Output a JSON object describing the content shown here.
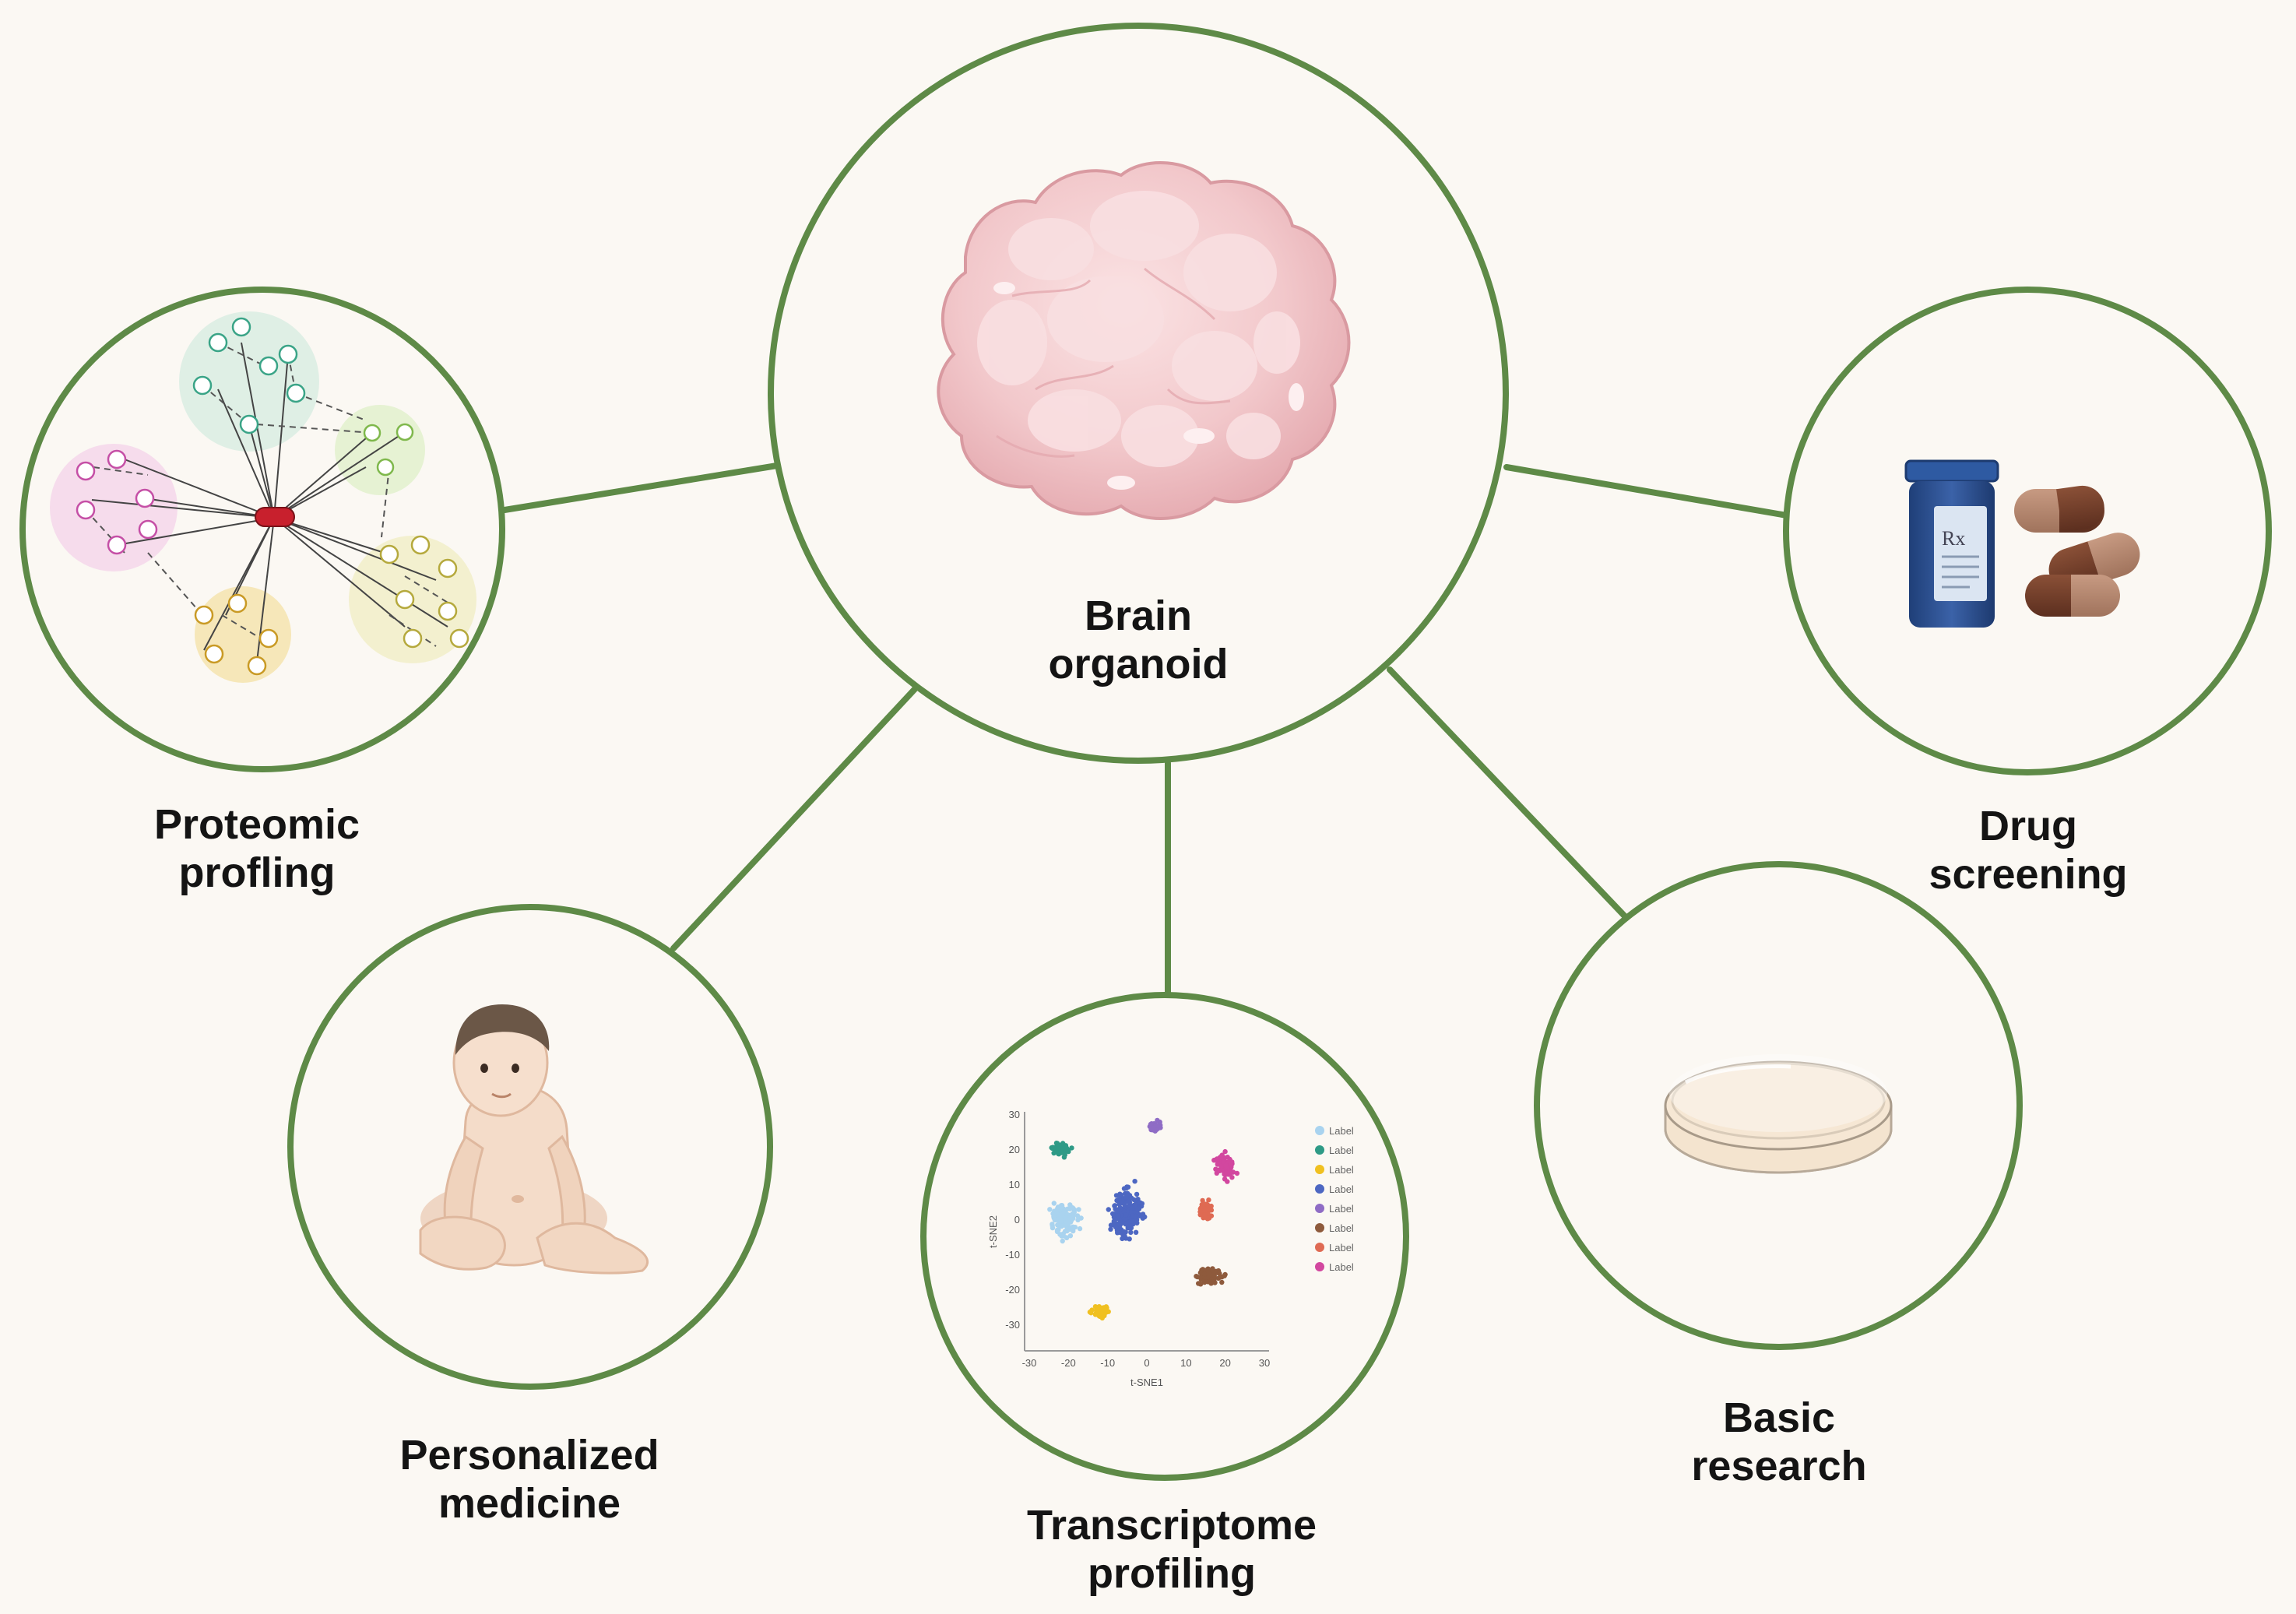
{
  "colors": {
    "background": "#fbf8f3",
    "ring": "#5e8a47",
    "organoid": "#f1c6c9",
    "organoid_outline": "#d99aa1"
  },
  "center": {
    "line1": "Brain",
    "line2": "organoid"
  },
  "nodes": [
    {
      "id": "proteomic",
      "line1": "Proteomic",
      "line2": "profling",
      "icon": "protein-network-icon"
    },
    {
      "id": "drug",
      "line1": "Drug",
      "line2": "screening",
      "icon": "pill-bottle-capsules-icon"
    },
    {
      "id": "personalized",
      "line1": "Personalized",
      "line2": "medicine",
      "icon": "baby-icon"
    },
    {
      "id": "transcriptome",
      "line1": "Transcriptome",
      "line2": "profiling",
      "icon": "tsne-plot-icon"
    },
    {
      "id": "basic",
      "line1": "Basic",
      "line2": "research",
      "icon": "petri-dish-icon"
    }
  ],
  "tsne": {
    "xlabel": "t-SNE1",
    "ylabel": "t-SNE2",
    "xticks": [
      "-30",
      "-20",
      "-10",
      "0",
      "10",
      "20",
      "30"
    ],
    "yticks": [
      "30",
      "20",
      "10",
      "0",
      "-10",
      "-20",
      "-30"
    ],
    "legend": [
      {
        "name": "Label",
        "color": "#a9d3ef"
      },
      {
        "name": "Label",
        "color": "#2e9a86"
      },
      {
        "name": "Label",
        "color": "#f0c020"
      },
      {
        "name": "Label",
        "color": "#4d67c2"
      },
      {
        "name": "Label",
        "color": "#8f6cc5"
      },
      {
        "name": "Label",
        "color": "#8e5a3c"
      },
      {
        "name": "Label",
        "color": "#df6a53"
      },
      {
        "name": "Label",
        "color": "#d2479f"
      }
    ]
  },
  "bottle": {
    "rx_text": "Rx"
  }
}
